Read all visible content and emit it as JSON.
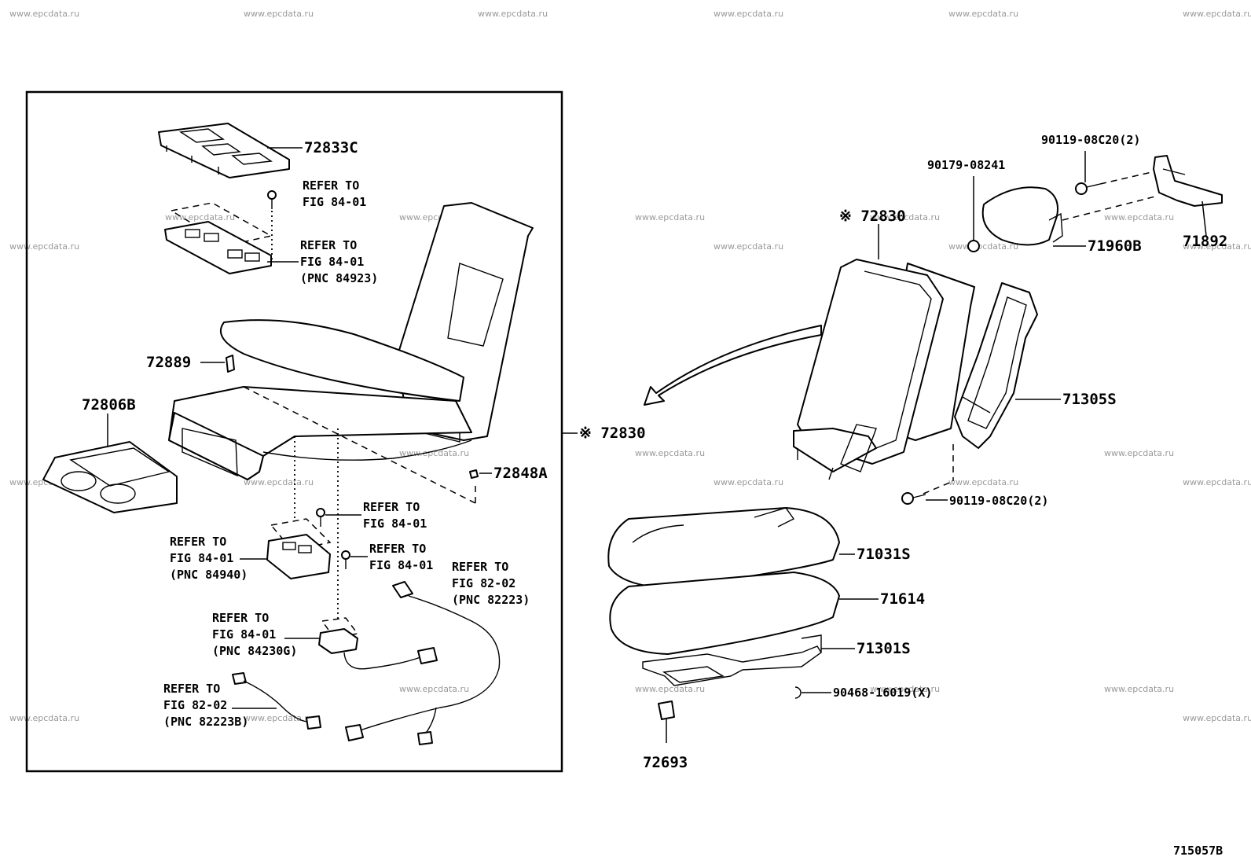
{
  "watermark": "www.epcdata.ru",
  "figure_id": "715057B",
  "labels": {
    "p72833c": "72833C",
    "ref1a": "REFER TO",
    "ref1b": "FIG 84-01",
    "ref2a": "REFER TO",
    "ref2b": "FIG 84-01",
    "ref2c": "(PNC 84923)",
    "p72889": "72889",
    "p72806b": "72806B",
    "p72830_inner": "※ 72830",
    "p72848a": "72848A",
    "ref3a": "REFER TO",
    "ref3b": "FIG 84-01",
    "ref4a": "REFER TO",
    "ref4b": "FIG 84-01",
    "ref4c": "(PNC 84940)",
    "ref5a": "REFER TO",
    "ref5b": "FIG 84-01",
    "ref6a": "REFER TO",
    "ref6b": "FIG 82-02",
    "ref6c": "(PNC 82223)",
    "ref7a": "REFER TO",
    "ref7b": "FIG 84-01",
    "ref7c": "(PNC 84230G)",
    "ref8a": "REFER TO",
    "ref8b": "FIG 82-02",
    "ref8c": "(PNC 82223B)",
    "p72830_right": "※ 72830",
    "p90179": "90179-08241",
    "p90119_top": "90119-08C20(2)",
    "p71892": "71892",
    "p71960b": "71960B",
    "p71305s": "71305S",
    "p90119_bot": "90119-08C20(2)",
    "p71031s": "71031S",
    "p71614": "71614",
    "p71301s": "71301S",
    "p90468": "90468-16019(X)",
    "p72693": "72693"
  }
}
